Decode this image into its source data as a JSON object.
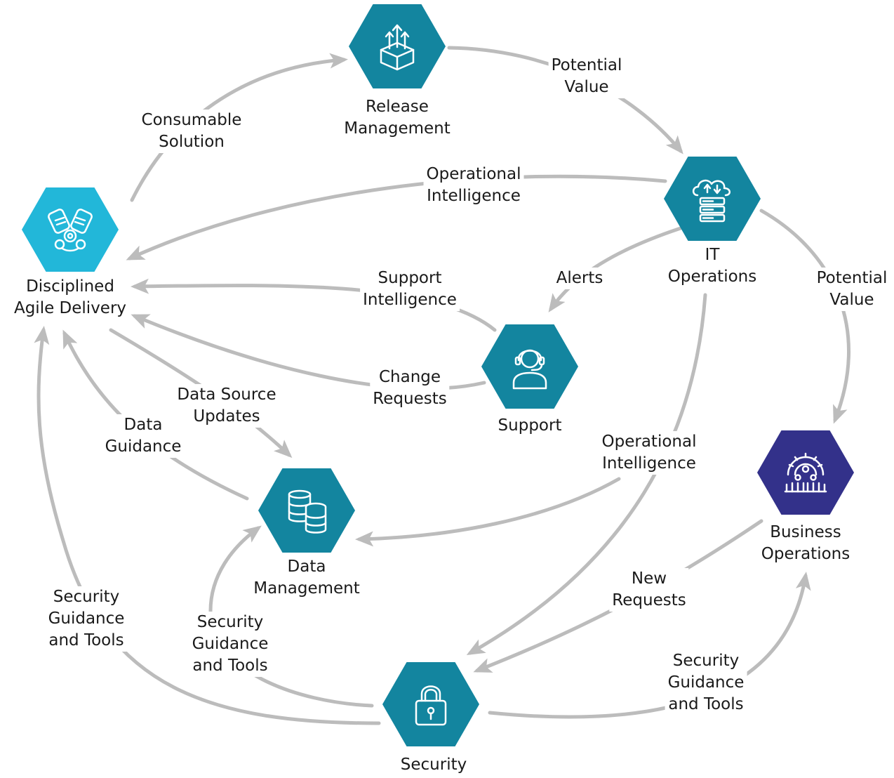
{
  "colors": {
    "hex_primary": "#13859f",
    "hex_light": "#22b7d9",
    "hex_dark": "#33318a",
    "arrow": "#bcbcbc",
    "icon": "#ffffff"
  },
  "nodes": {
    "release": {
      "lines": [
        "Release",
        "Management"
      ],
      "icon": "box-arrows-icon"
    },
    "it_ops": {
      "lines": [
        "IT",
        "Operations"
      ],
      "icon": "cloud-server-icon"
    },
    "dad": {
      "lines": [
        "Disciplined",
        "Agile Delivery"
      ],
      "icon": "gears-icon"
    },
    "support": {
      "lines": [
        "Support"
      ],
      "icon": "headset-agent-icon"
    },
    "business": {
      "lines": [
        "Business",
        "Operations"
      ],
      "icon": "gear-people-icon"
    },
    "data_mgmt": {
      "lines": [
        "Data",
        "Management"
      ],
      "icon": "database-icon"
    },
    "security": {
      "lines": [
        "Security"
      ],
      "icon": "padlock-icon"
    }
  },
  "edges": {
    "consumable_solution": [
      "Consumable",
      "Solution"
    ],
    "potential_value_release": [
      "Potential",
      "Value"
    ],
    "operational_intelligence_dad": [
      "Operational",
      "Intelligence"
    ],
    "alerts": [
      "Alerts"
    ],
    "potential_value_business": [
      "Potential",
      "Value"
    ],
    "support_intelligence": [
      "Support",
      "Intelligence"
    ],
    "change_requests": [
      "Change",
      "Requests"
    ],
    "data_source_updates": [
      "Data Source",
      "Updates"
    ],
    "data_guidance": [
      "Data",
      "Guidance"
    ],
    "operational_intelligence_data": [
      "Operational",
      "Intelligence"
    ],
    "new_requests": [
      "New",
      "Requests"
    ],
    "security_guidance_dad": [
      "Security",
      "Guidance",
      "and Tools"
    ],
    "security_guidance_data": [
      "Security",
      "Guidance",
      "and Tools"
    ],
    "security_guidance_business": [
      "Security",
      "Guidance",
      "and Tools"
    ]
  }
}
